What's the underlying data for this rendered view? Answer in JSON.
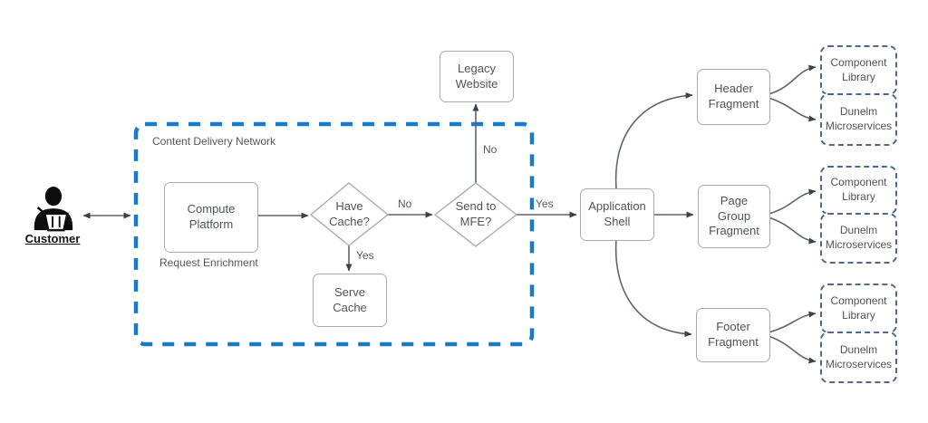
{
  "colors": {
    "cdn_border": "#1b7ac8",
    "dashed_border": "#51688e",
    "box_border": "#a9acaf",
    "node_text": "#4f545c",
    "muted_text": "#55585c",
    "line": "#5d6570",
    "arrow": "#3a424e",
    "icon": "#0d0d0d",
    "bg": "#ffffff"
  },
  "customer": {
    "label": "Customer"
  },
  "cdn": {
    "title": "Content Delivery Network",
    "note": "Request Enrichment"
  },
  "nodes": {
    "compute_platform": "Compute\nPlatform",
    "have_cache": "Have\nCache?",
    "serve_cache": "Serve\nCache",
    "legacy_website": "Legacy\nWebsite",
    "send_to_mfe": "Send to\nMFE?",
    "application_shell": "Application\nShell"
  },
  "fragments": [
    {
      "label": "Header\nFragment",
      "targets": [
        "Component\nLibrary",
        "Dunelm\nMicroservices"
      ]
    },
    {
      "label": "Page\nGroup\nFragment",
      "targets": [
        "Component\nLibrary",
        "Dunelm\nMicroservices"
      ]
    },
    {
      "label": "Footer\nFragment",
      "targets": [
        "Component\nLibrary",
        "Dunelm\nMicroservices"
      ]
    }
  ],
  "edge_labels": {
    "have_cache_no": "No",
    "have_cache_yes": "Yes",
    "send_mfe_no": "No",
    "send_mfe_yes": "Yes"
  }
}
